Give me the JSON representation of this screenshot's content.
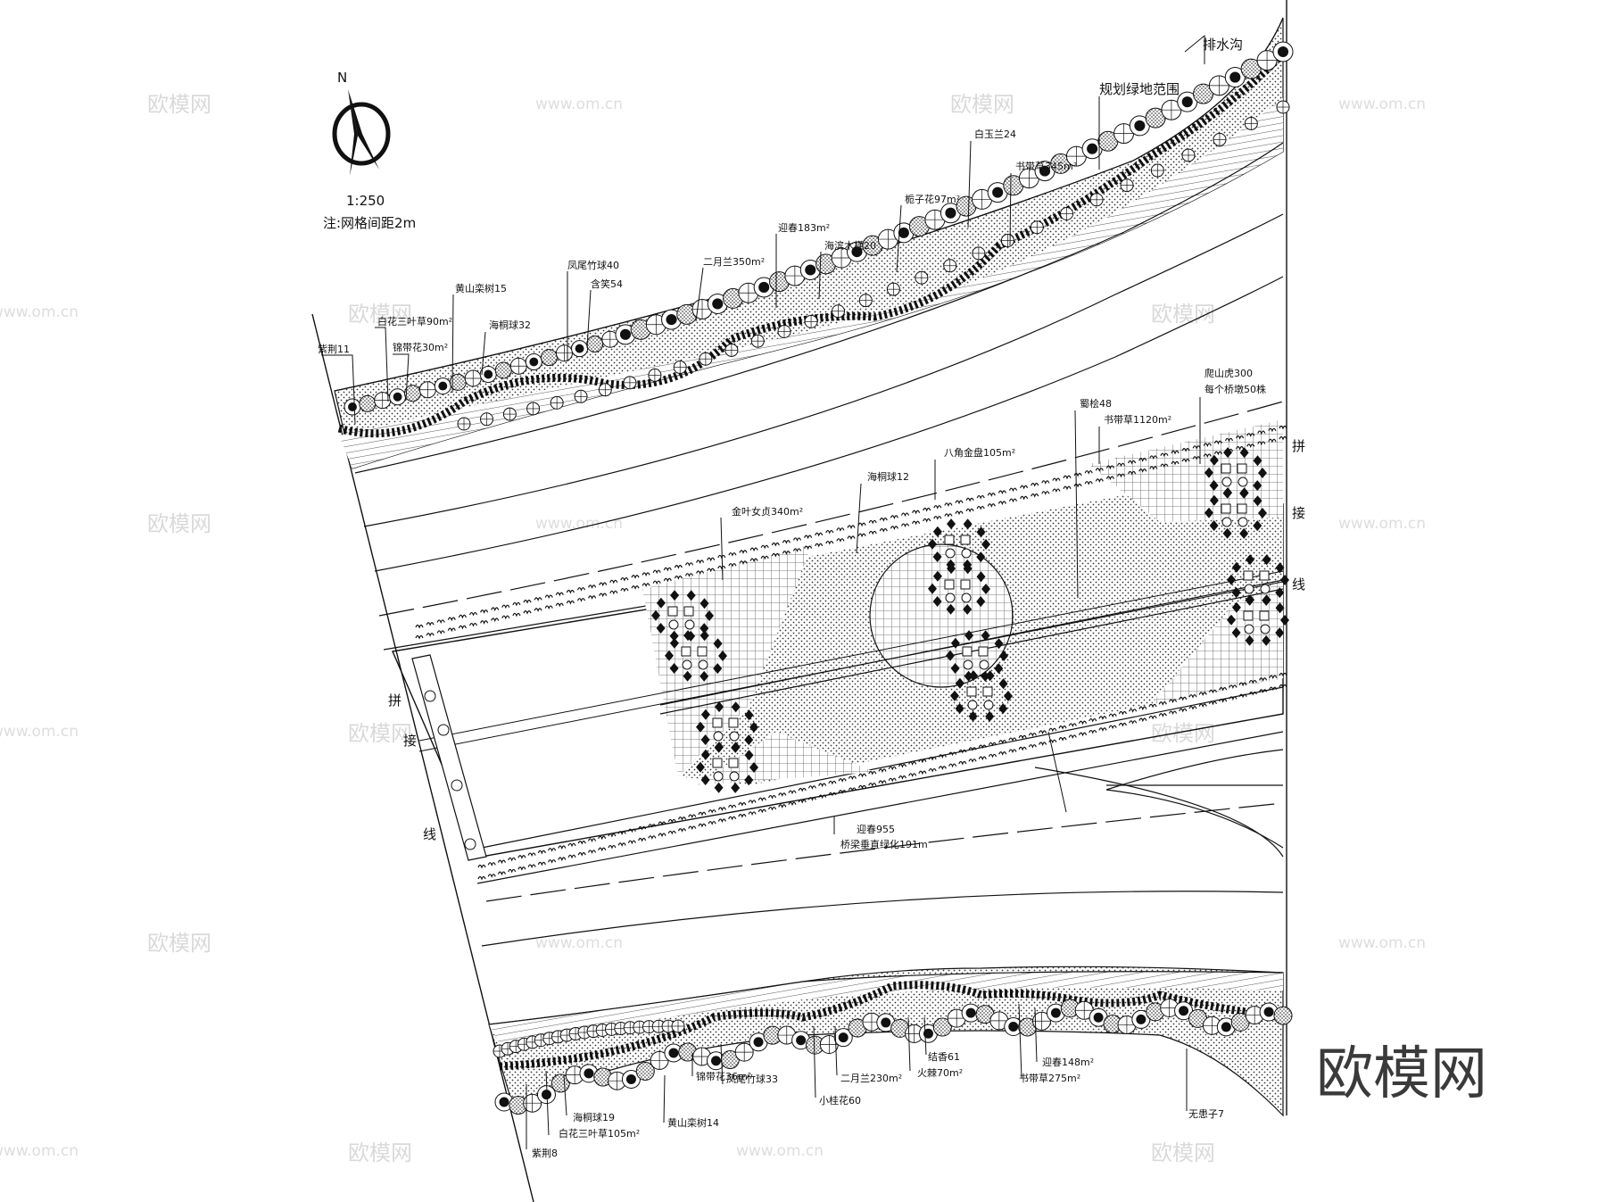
{
  "drawing": {
    "north": "N",
    "scale": "1:250",
    "note": "注:网格间距2m",
    "brand": "欧模网",
    "watermark_logo": "欧模网",
    "watermark_url": "www.om.cn",
    "splice_left": [
      "拼",
      "接",
      "线"
    ],
    "splice_right": [
      "拼",
      "接",
      "线"
    ]
  },
  "labels": {
    "top": [
      "紫荆11",
      "白花三叶草90m²",
      "锦带花30m²",
      "黄山栾树15",
      "海桐球32",
      "凤尾竹球40",
      "含笑54",
      "二月兰350m²",
      "迎春183m²",
      "海滨木槿20",
      "栀子花97m²",
      "书带草345m²",
      "白玉兰24",
      "规划绿地范围",
      "排水沟"
    ],
    "middle": [
      "金叶女贞340m²",
      "海桐球12",
      "八角金盘105m²",
      "蜀桧48",
      "书带草1120m²",
      "爬山虎300",
      "每个桥墩50株",
      "迎春955",
      "桥梁垂直绿化191m"
    ],
    "bottom": [
      "紫荆8",
      "白花三叶草105m²",
      "海桐球19",
      "黄山栾树14",
      "锦带花36m²",
      "凤尾竹球33",
      "小桂花60",
      "二月兰230m²",
      "火棘70m²",
      "结香61",
      "书带草275m²",
      "迎春148m²",
      "无患子7"
    ]
  }
}
